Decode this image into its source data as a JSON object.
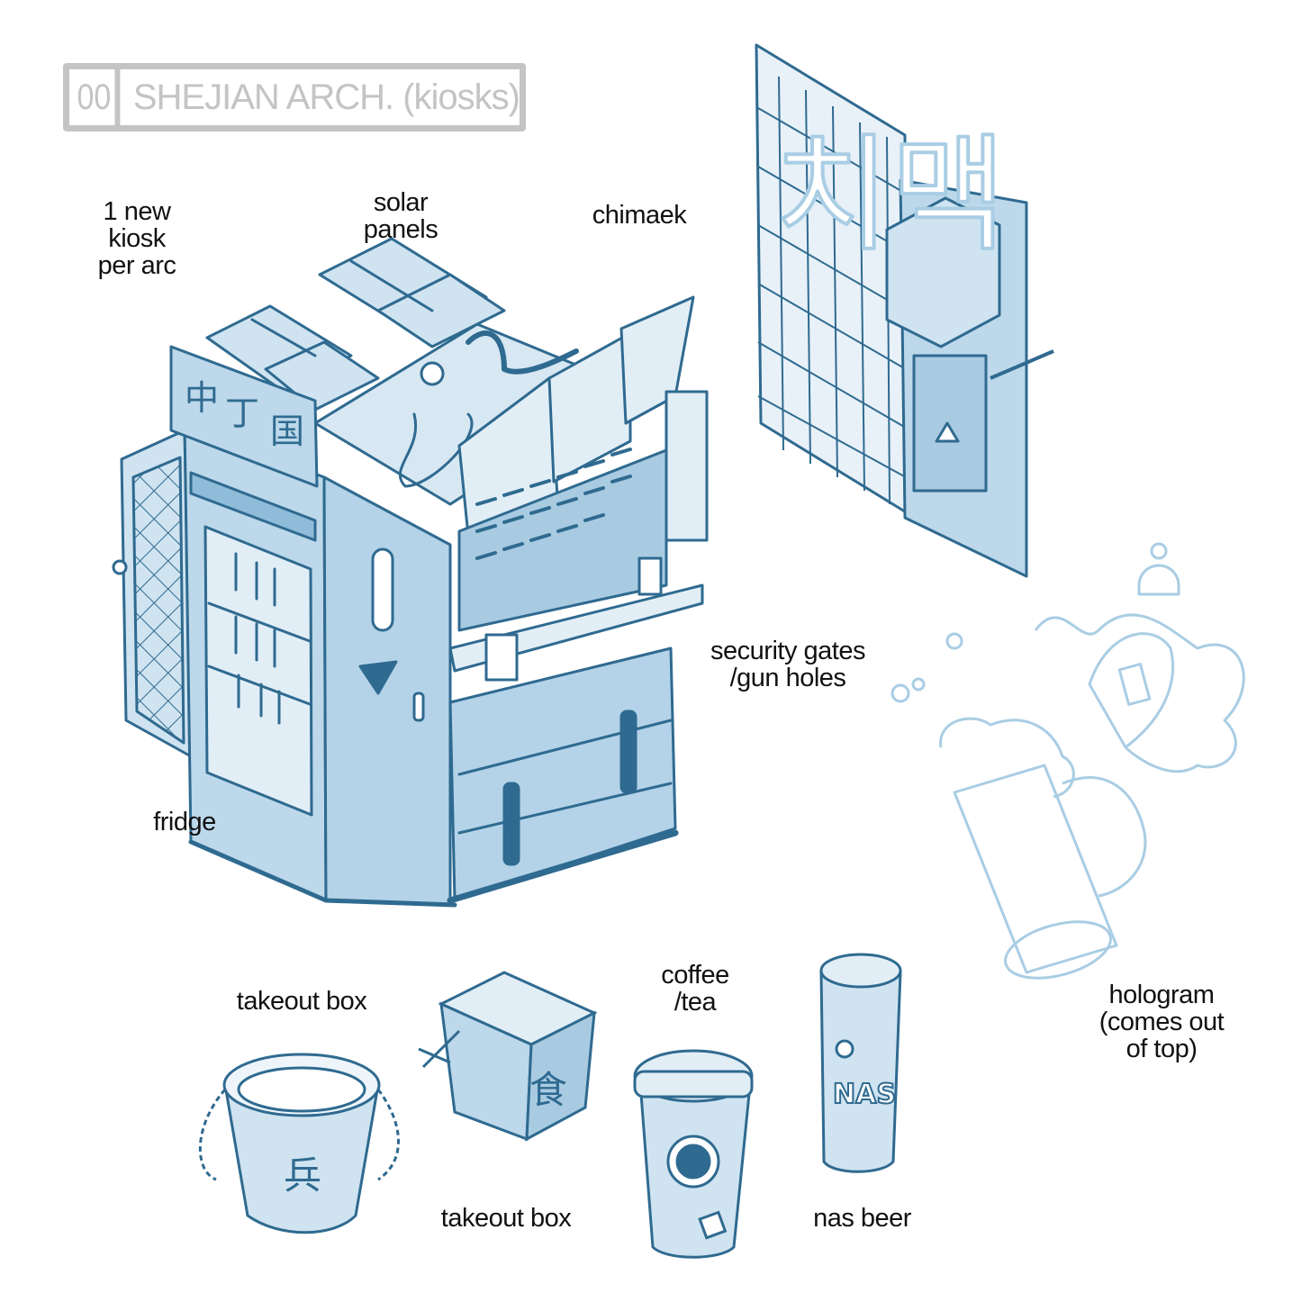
{
  "title": {
    "number": "00",
    "text": "SHEJIAN ARCH. (kiosks)"
  },
  "labels": {
    "new_kiosk": "1 new kiosk\nper arc",
    "solar_panels": "solar panels",
    "chimaek": "chimaek",
    "security_gates": "security gates\n/gun holes",
    "fridge": "fridge",
    "takeout_box_1": "takeout box",
    "takeout_box_2": "takeout box",
    "coffee_tea": "coffee\n/tea",
    "nas_beer": "nas beer",
    "hologram": "hologram\n(comes out\nof top)"
  },
  "illustrations": {
    "kiosk": "isometric kiosk sketch",
    "sign": "neon sign on grid",
    "hologram": "beer mug hologram",
    "bucket": "takeout bucket",
    "box": "takeout box",
    "cup": "coffee cup",
    "can": "beer can"
  },
  "artwork_text": {
    "can_brand": "NAS",
    "box_glyph": "食",
    "sign_glyphs": "치맥"
  },
  "colors": {
    "ink": "#2f6a90",
    "fill": "#bcd8ea",
    "fill_dark": "#8fbcd8",
    "hologram": "#a9cde4",
    "frame": "#c4c4c4"
  }
}
